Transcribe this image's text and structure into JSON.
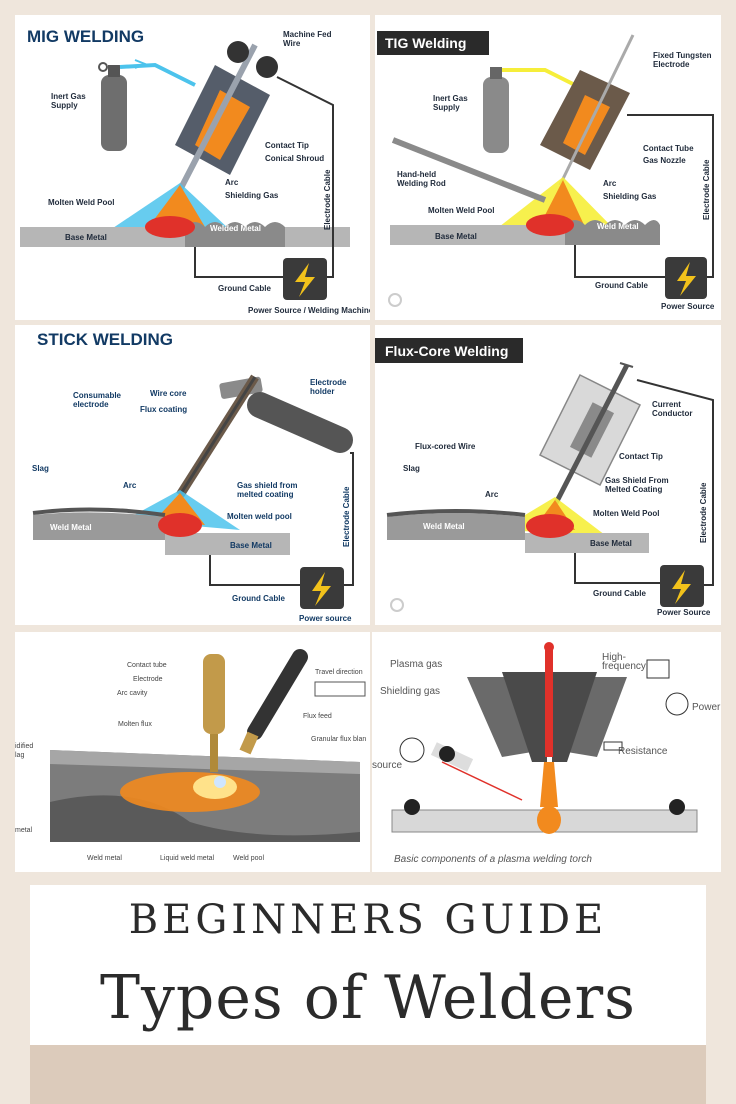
{
  "colors": {
    "background": "#efe6dc",
    "title_blue": "#123a64",
    "label_dark": "#1f2a3a",
    "power_box": "#3a3a3a",
    "bolt": "#f2c21b",
    "arc_orange": "#f28a1e",
    "gas_blue": "#4cc3ec",
    "gas_yellow": "#f6ee3a",
    "weld_red": "#e0312a"
  },
  "mig": {
    "title": "MIG WELDING",
    "machine_fed_wire": "Machine Fed\nWire",
    "inert_gas_supply": "Inert Gas\nSupply",
    "contact_tip": "Contact Tip",
    "conical_shroud": "Conical Shroud",
    "arc": "Arc",
    "shielding_gas": "Shielding Gas",
    "molten_weld_pool": "Molten Weld Pool",
    "base_metal": "Base Metal",
    "welded_metal": "Welded Metal",
    "electrode_cable": "Electrode Cable",
    "ground_cable": "Ground Cable",
    "power_source": "Power Source / Welding Machine"
  },
  "tig": {
    "title": "TIG Welding",
    "fixed_tungsten": "Fixed Tungsten\nElectrode",
    "inert_gas_supply": "Inert Gas\nSupply",
    "contact_tube": "Contact Tube",
    "gas_nozzle": "Gas Nozzle",
    "hand_held_rod": "Hand-held\nWelding Rod",
    "arc": "Arc",
    "shielding_gas": "Shielding Gas",
    "molten_weld_pool": "Molten Weld Pool",
    "base_metal": "Base Metal",
    "weld_metal": "Weld Metal",
    "electrode_cable": "Electrode Cable",
    "ground_cable": "Ground Cable",
    "power_source": "Power Source"
  },
  "stick": {
    "title": "STICK WELDING",
    "consumable_electrode": "Consumable\nelectrode",
    "wire_core": "Wire core",
    "flux_coating": "Flux coating",
    "electrode_holder": "Electrode\nholder",
    "slag": "Slag",
    "arc": "Arc",
    "gas_shield": "Gas shield from\nmelted coating",
    "molten_weld_pool": "Molten weld pool",
    "weld_metal": "Weld Metal",
    "base_metal": "Base Metal",
    "electrode_cable": "Electrode Cable",
    "ground_cable": "Ground Cable",
    "power_source": "Power source"
  },
  "flux": {
    "title": "Flux-Core Welding",
    "current_conductor": "Current\nConductor",
    "flux_cored_wire": "Flux-cored Wire",
    "contact_tip": "Contact Tip",
    "slag": "Slag",
    "arc": "Arc",
    "gas_shield": "Gas Shield From\nMelted Coating",
    "molten_weld_pool": "Molten Weld Pool",
    "weld_metal": "Weld Metal",
    "base_metal": "Base Metal",
    "electrode_cable": "Electrode Cable",
    "ground_cable": "Ground Cable",
    "power_source": "Power Source"
  },
  "saw": {
    "contact_tube": "Contact tube",
    "electrode": "Electrode",
    "arc_cavity": "Arc cavity",
    "molten_flux": "Molten flux",
    "travel_direction": "Travel direction",
    "flux_feed": "Flux feed",
    "granular_flux": "Granular flux blan",
    "solidified_slag": "idified\nlag",
    "metal": "metal",
    "weld_metal": "Weld metal",
    "liquid_weld_metal": "Liquid weld metal",
    "weld_pool": "Weld pool"
  },
  "plasma": {
    "plasma_gas": "Plasma gas",
    "shielding_gas": "Shielding gas",
    "high_frequency": "High-\nfrequency",
    "power": "Power",
    "resistance": "Resistance",
    "source": "source",
    "caption": "Basic components of a plasma welding torch"
  },
  "footer": {
    "guide": "BEGINNERS GUIDE",
    "title": "Types of Welders"
  }
}
